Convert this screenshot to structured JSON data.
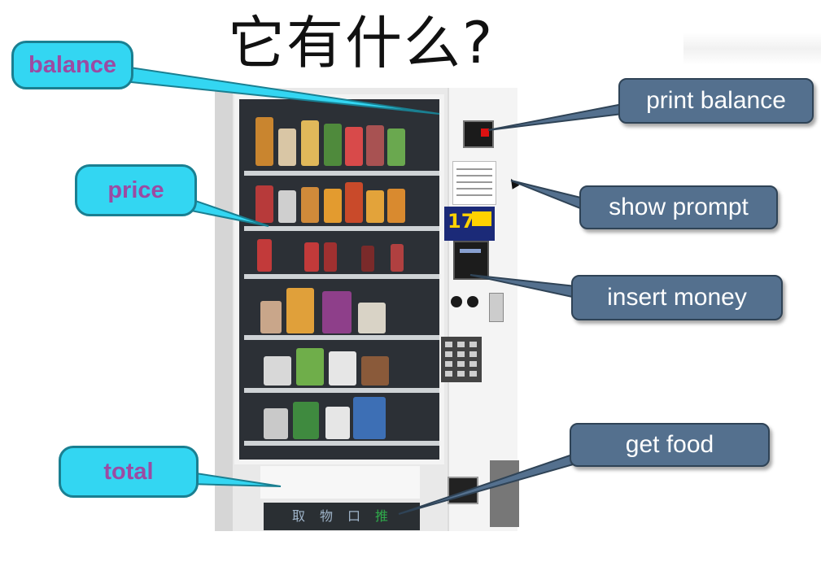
{
  "title": "它有什么?",
  "machine": {
    "pickup_chars": [
      "取",
      "物",
      "口"
    ],
    "pickup_green": "推",
    "badge_number": "17"
  },
  "labels": {
    "balance": "balance",
    "price": "price",
    "total": "total",
    "print_balance": "print balance",
    "show_prompt": "show prompt",
    "insert_money": "insert money",
    "get_food": "get food"
  },
  "colors": {
    "cyan_fill": "#33d6f2",
    "cyan_text": "#9b4ba3",
    "slate_fill": "#54708e",
    "slate_text": "#ffffff"
  }
}
